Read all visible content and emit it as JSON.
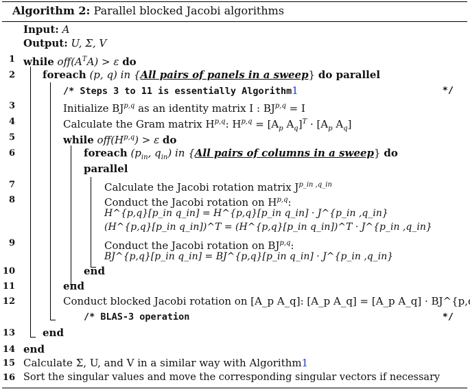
{
  "algorithm": {
    "label": "Algorithm 2:",
    "title": "Parallel blocked Jacobi algorithms"
  },
  "lines": {
    "input_kw": "Input:",
    "input_val": "A",
    "output_kw": "Output:",
    "output_val": "U, Σ, V",
    "l1_kw": "while",
    "l1_math": "off(A",
    "l1_sup": "T",
    "l1_math2": "A) > ε",
    "l1_do": "do",
    "l2_kw": "foreach",
    "l2_math": "(p, q) in {",
    "l2_set": "All pairs of panels in a sweep",
    "l2_close": "}",
    "l2_do": "do parallel",
    "comment_open": "/* Steps 3 to 11 is essentially Algorithm",
    "comment_ref": "1",
    "comment_close": "*/",
    "l3_text": "Initialize BJ",
    "l3_sup": "p,q",
    "l3_text2": " as an identity matrix I : BJ",
    "l3_sup2": "p,q",
    "l3_text3": " = I",
    "l4_text": "Calculate the Gram matrix H",
    "l4_sup": "p,q",
    "l4_text2": ": H",
    "l4_sup2": "p,q",
    "l4_text3": " = [A",
    "l4_sub1": "p",
    "l4_text4": " A",
    "l4_sub2": "q",
    "l4_text5": "]",
    "l4_sup3": "T",
    "l4_text6": " · [A",
    "l4_sub3": "p",
    "l4_text7": " A",
    "l4_sub4": "q",
    "l4_text8": "]",
    "l5_kw": "while",
    "l5_math": "off(H",
    "l5_sup": "p,q",
    "l5_math2": ") > ε",
    "l5_do": "do",
    "l6_kw": "foreach",
    "l6_math": "(p",
    "l6_sub1": "in",
    "l6_math2": ", q",
    "l6_sub2": "in",
    "l6_math3": ") in {",
    "l6_set": "All pairs of columns in a sweep",
    "l6_close": "}",
    "l6_do": "do",
    "parallel_kw": "parallel",
    "l7_text": "Calculate the Jacobi rotation matrix J",
    "l7_sup": "p_in ,q_in",
    "l8_text": "Conduct the Jacobi rotation on H",
    "l8_sup": "p,q",
    "l8_text2": ":",
    "l8a": "H^{p,q}[p_in q_in] = H^{p,q}[p_in q_in] · J^{p_in ,q_in}",
    "l8b": "(H^{p,q}[p_in q_in])^T = (H^{p,q}[p_in q_in])^T · J^{p_in ,q_in}",
    "l9_text": "Conduct the Jacobi rotation on BJ",
    "l9_sup": "p,q",
    "l9_text2": ":",
    "l9a": "BJ^{p,q}[p_in q_in] = BJ^{p,q}[p_in q_in] · J^{p_in ,q_in}",
    "end": "end",
    "l12_text": "Conduct blocked Jacobi rotation on [A_p A_q]: [A_p A_q] = [A_p A_q] · BJ^{p,q}",
    "comment2_open": "/* BLAS-3 operation",
    "comment2_close": "*/",
    "l15_text": "Calculate Σ, U, and V in a similar way with Algorithm",
    "l15_ref": "1",
    "l16_text": "Sort the singular values and move the corresponding singular vectors if necessary"
  },
  "numbers": [
    "1",
    "2",
    "3",
    "4",
    "5",
    "6",
    "7",
    "8",
    "9",
    "10",
    "11",
    "12",
    "13",
    "14",
    "15",
    "16"
  ]
}
